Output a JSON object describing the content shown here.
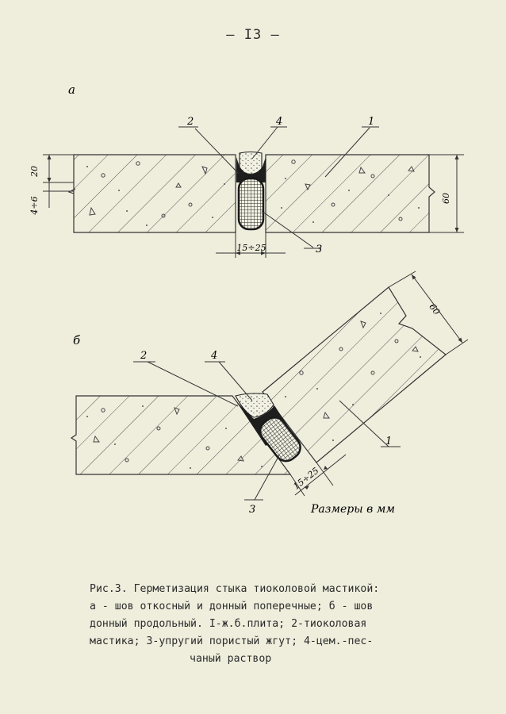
{
  "page_number": "— I3 —",
  "figure_a": {
    "panel_label": "а",
    "callouts": {
      "n1": "1",
      "n2": "2",
      "n3": "3",
      "n4": "4"
    },
    "dimensions": {
      "top_layer": "20",
      "offset": "4÷6",
      "joint_width": "15÷25",
      "slab_height": "60"
    }
  },
  "figure_b": {
    "panel_label": "б",
    "callouts": {
      "n1": "1",
      "n2": "2",
      "n3": "3",
      "n4": "4"
    },
    "dimensions": {
      "slab_height": "60",
      "joint_width": "15÷25"
    },
    "units_note": "Размеры в мм"
  },
  "caption": {
    "line1": "Рис.3. Герметизация стыка тиоколовой мастикой:",
    "line2": "а - шов откосный и донный поперечные; б - шов",
    "line3": "донный продольный. I-ж.б.плита; 2-тиоколовая",
    "line4": "мастика; 3-упругий пористый жгут; 4-цем.-пес-",
    "line5": "чаный раствор"
  }
}
